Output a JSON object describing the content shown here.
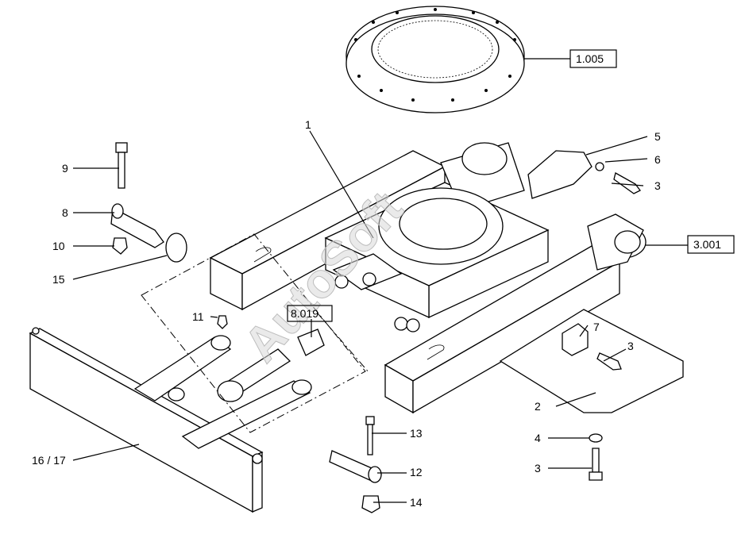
{
  "watermark": "AutoSoft",
  "callouts": {
    "c1": "1",
    "c2": "2",
    "c3a": "3",
    "c3b": "3",
    "c3c": "3",
    "c4": "4",
    "c5": "5",
    "c6": "6",
    "c7": "7",
    "c8": "8",
    "c9": "9",
    "c10": "10",
    "c11": "11",
    "c12": "12",
    "c13": "13",
    "c14": "14",
    "c15": "15",
    "c16": "16 / 17"
  },
  "references": {
    "slewing_ring": "1.005",
    "track_frame": "3.001",
    "blade_cylinder": "8.019"
  }
}
